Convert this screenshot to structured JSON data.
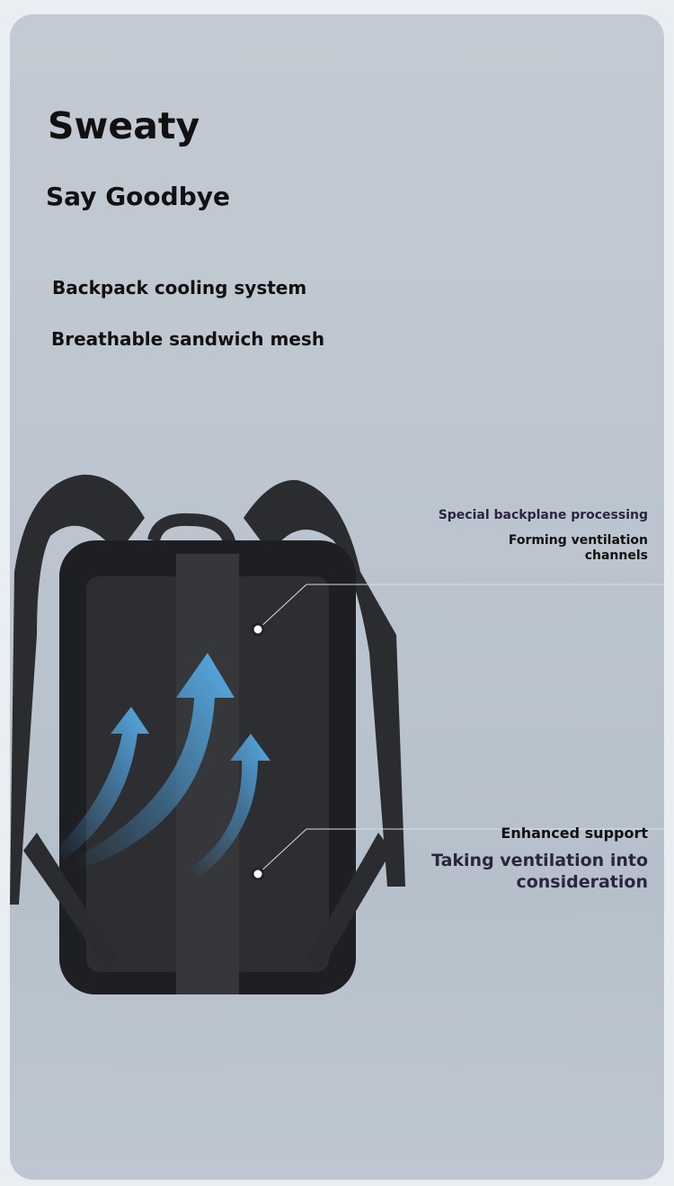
{
  "headline": "Sweaty",
  "subheadline": "Say Goodbye",
  "features": [
    "Backpack cooling system",
    "Breathable sandwich mesh"
  ],
  "callouts": [
    {
      "title": "Special backplane processing",
      "description_lines": [
        "Forming ventilation",
        "channels"
      ]
    },
    {
      "title": "Enhanced support",
      "description_lines": [
        "Taking ventilation into",
        "consideration"
      ]
    }
  ],
  "colors": {
    "background": "#e9eef3",
    "panel": "#c3cad3",
    "arrow_accent": "#4aa3e8",
    "callout_text": "#2b2540"
  }
}
